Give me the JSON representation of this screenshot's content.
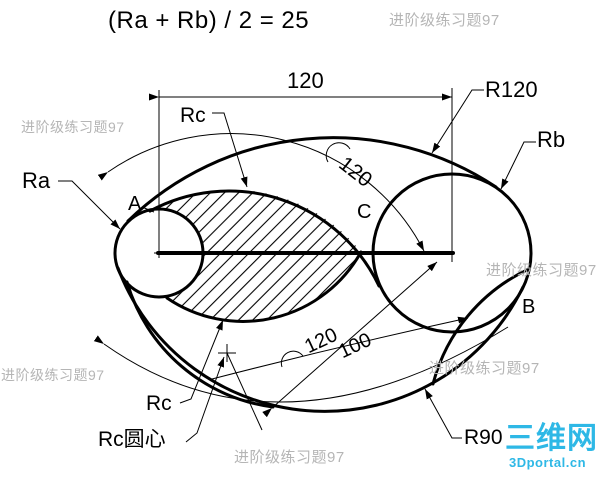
{
  "title": "(Ra + Rb) / 2 = 25",
  "watermark": {
    "text": "进阶级练习题97",
    "color": "#b5b5b5"
  },
  "logo": {
    "name": "三维网",
    "site": "3Dportal.cn",
    "color": "#2eb8e6"
  },
  "labels": {
    "ra": "Ra",
    "rb": "Rb",
    "rc_top": "Rc",
    "rc_bottom": "Rc",
    "rc_center": "Rc圆心",
    "r120": "R120",
    "r90": "R90",
    "point_a": "A",
    "point_b": "B",
    "point_c": "C"
  },
  "dimensions": {
    "width_top": "120",
    "radius_upper": "120",
    "radius_lower": "120",
    "distance_lower": "100"
  },
  "colors": {
    "line": "#000000",
    "watermark": "#b5b5b5",
    "logo": "#2eb8e6"
  }
}
